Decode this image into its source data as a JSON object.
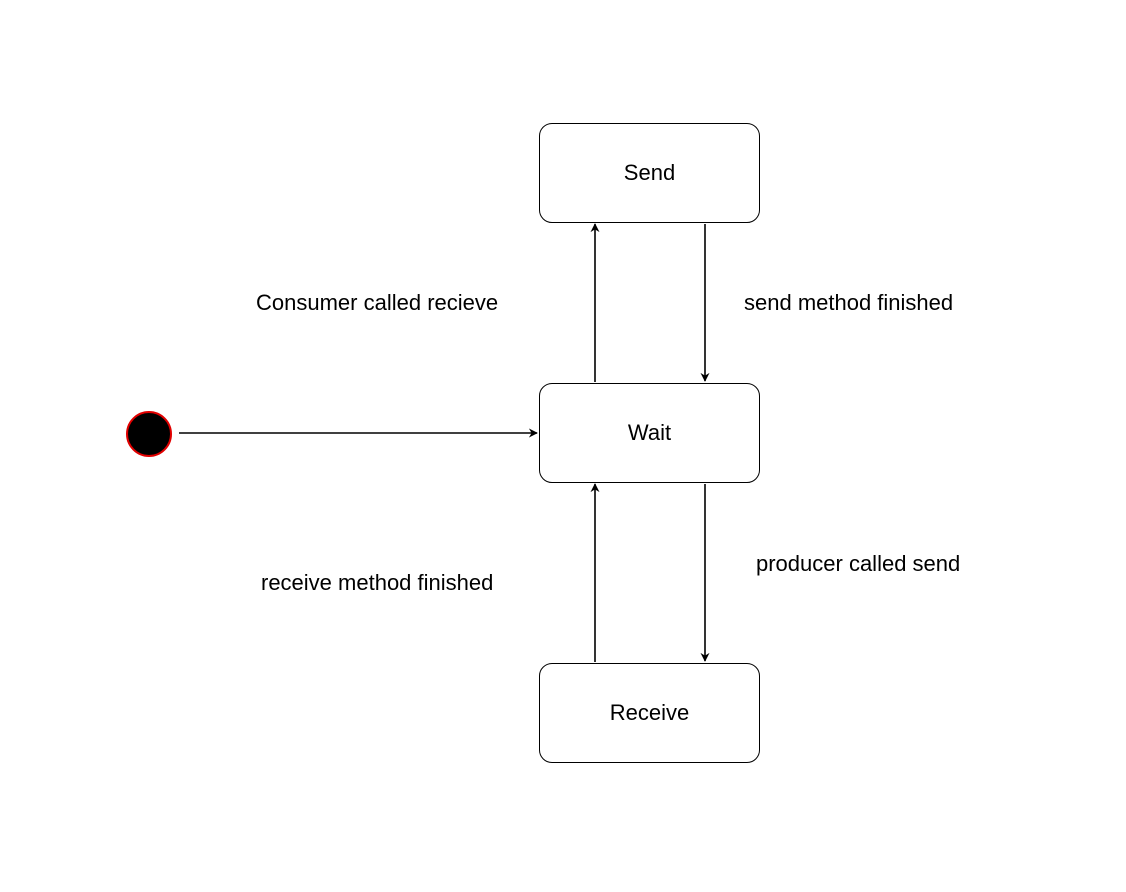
{
  "states": {
    "send": "Send",
    "wait": "Wait",
    "receive": "Receive"
  },
  "transitions": {
    "wait_to_send": "Consumer called recieve",
    "send_to_wait": "send method finished",
    "wait_to_receive": "producer called send",
    "receive_to_wait": "receive method finished"
  },
  "colors": {
    "initial_fill": "#000000",
    "initial_stroke": "#e00000",
    "line": "#000000"
  }
}
